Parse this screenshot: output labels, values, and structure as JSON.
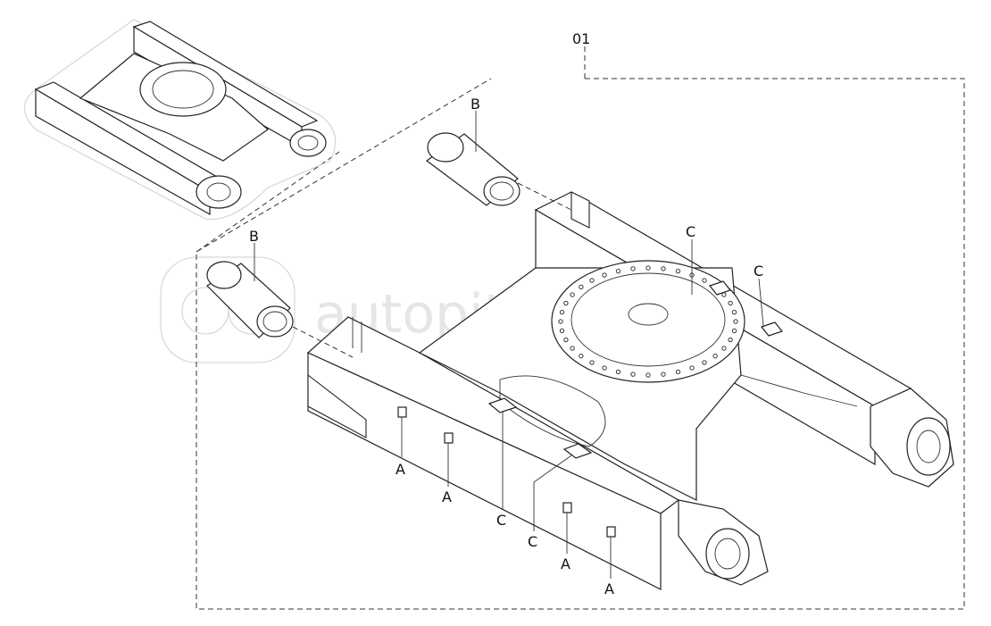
{
  "watermark": "autopiter.ru",
  "labels": {
    "assembly": "01",
    "b_upper": "B",
    "b_lower": "B",
    "c_top_left": "C",
    "c_top_right": "C",
    "a1": "A",
    "a2": "A",
    "c_bottom_left": "C",
    "c_bottom_right": "C",
    "a3": "A",
    "a4": "A"
  }
}
